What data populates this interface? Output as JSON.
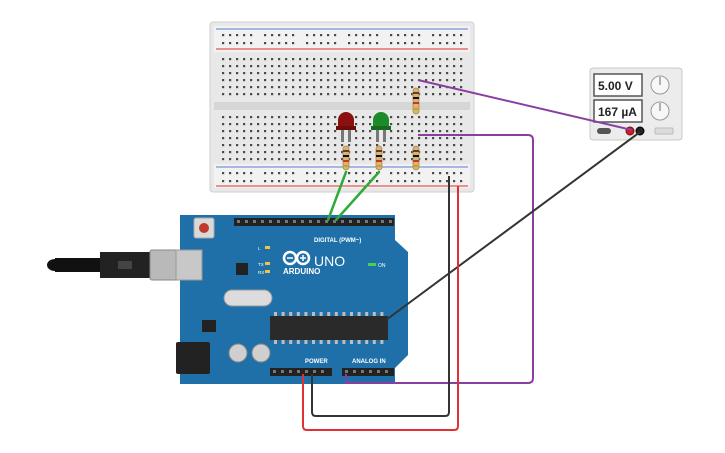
{
  "arduino": {
    "brand": "ARDUINO",
    "model": "UNO",
    "digital_header_label": "DIGITAL (PWM~)",
    "power_label": "POWER",
    "analog_label": "ANALOG IN",
    "on_label": "ON",
    "tx_label": "TX",
    "rx_label": "RX",
    "l_label": "L"
  },
  "power_supply": {
    "voltage": "5.00 V",
    "current": "167 µA"
  },
  "colors": {
    "board": "#1f6fa8",
    "breadboard": "#e6e6e6",
    "wire_green": "#2eaa3a",
    "wire_purple": "#8a3fa0",
    "wire_black": "#333333",
    "wire_red": "#e03030",
    "led_red": "#8b1010",
    "led_green": "#1e8a2a"
  }
}
